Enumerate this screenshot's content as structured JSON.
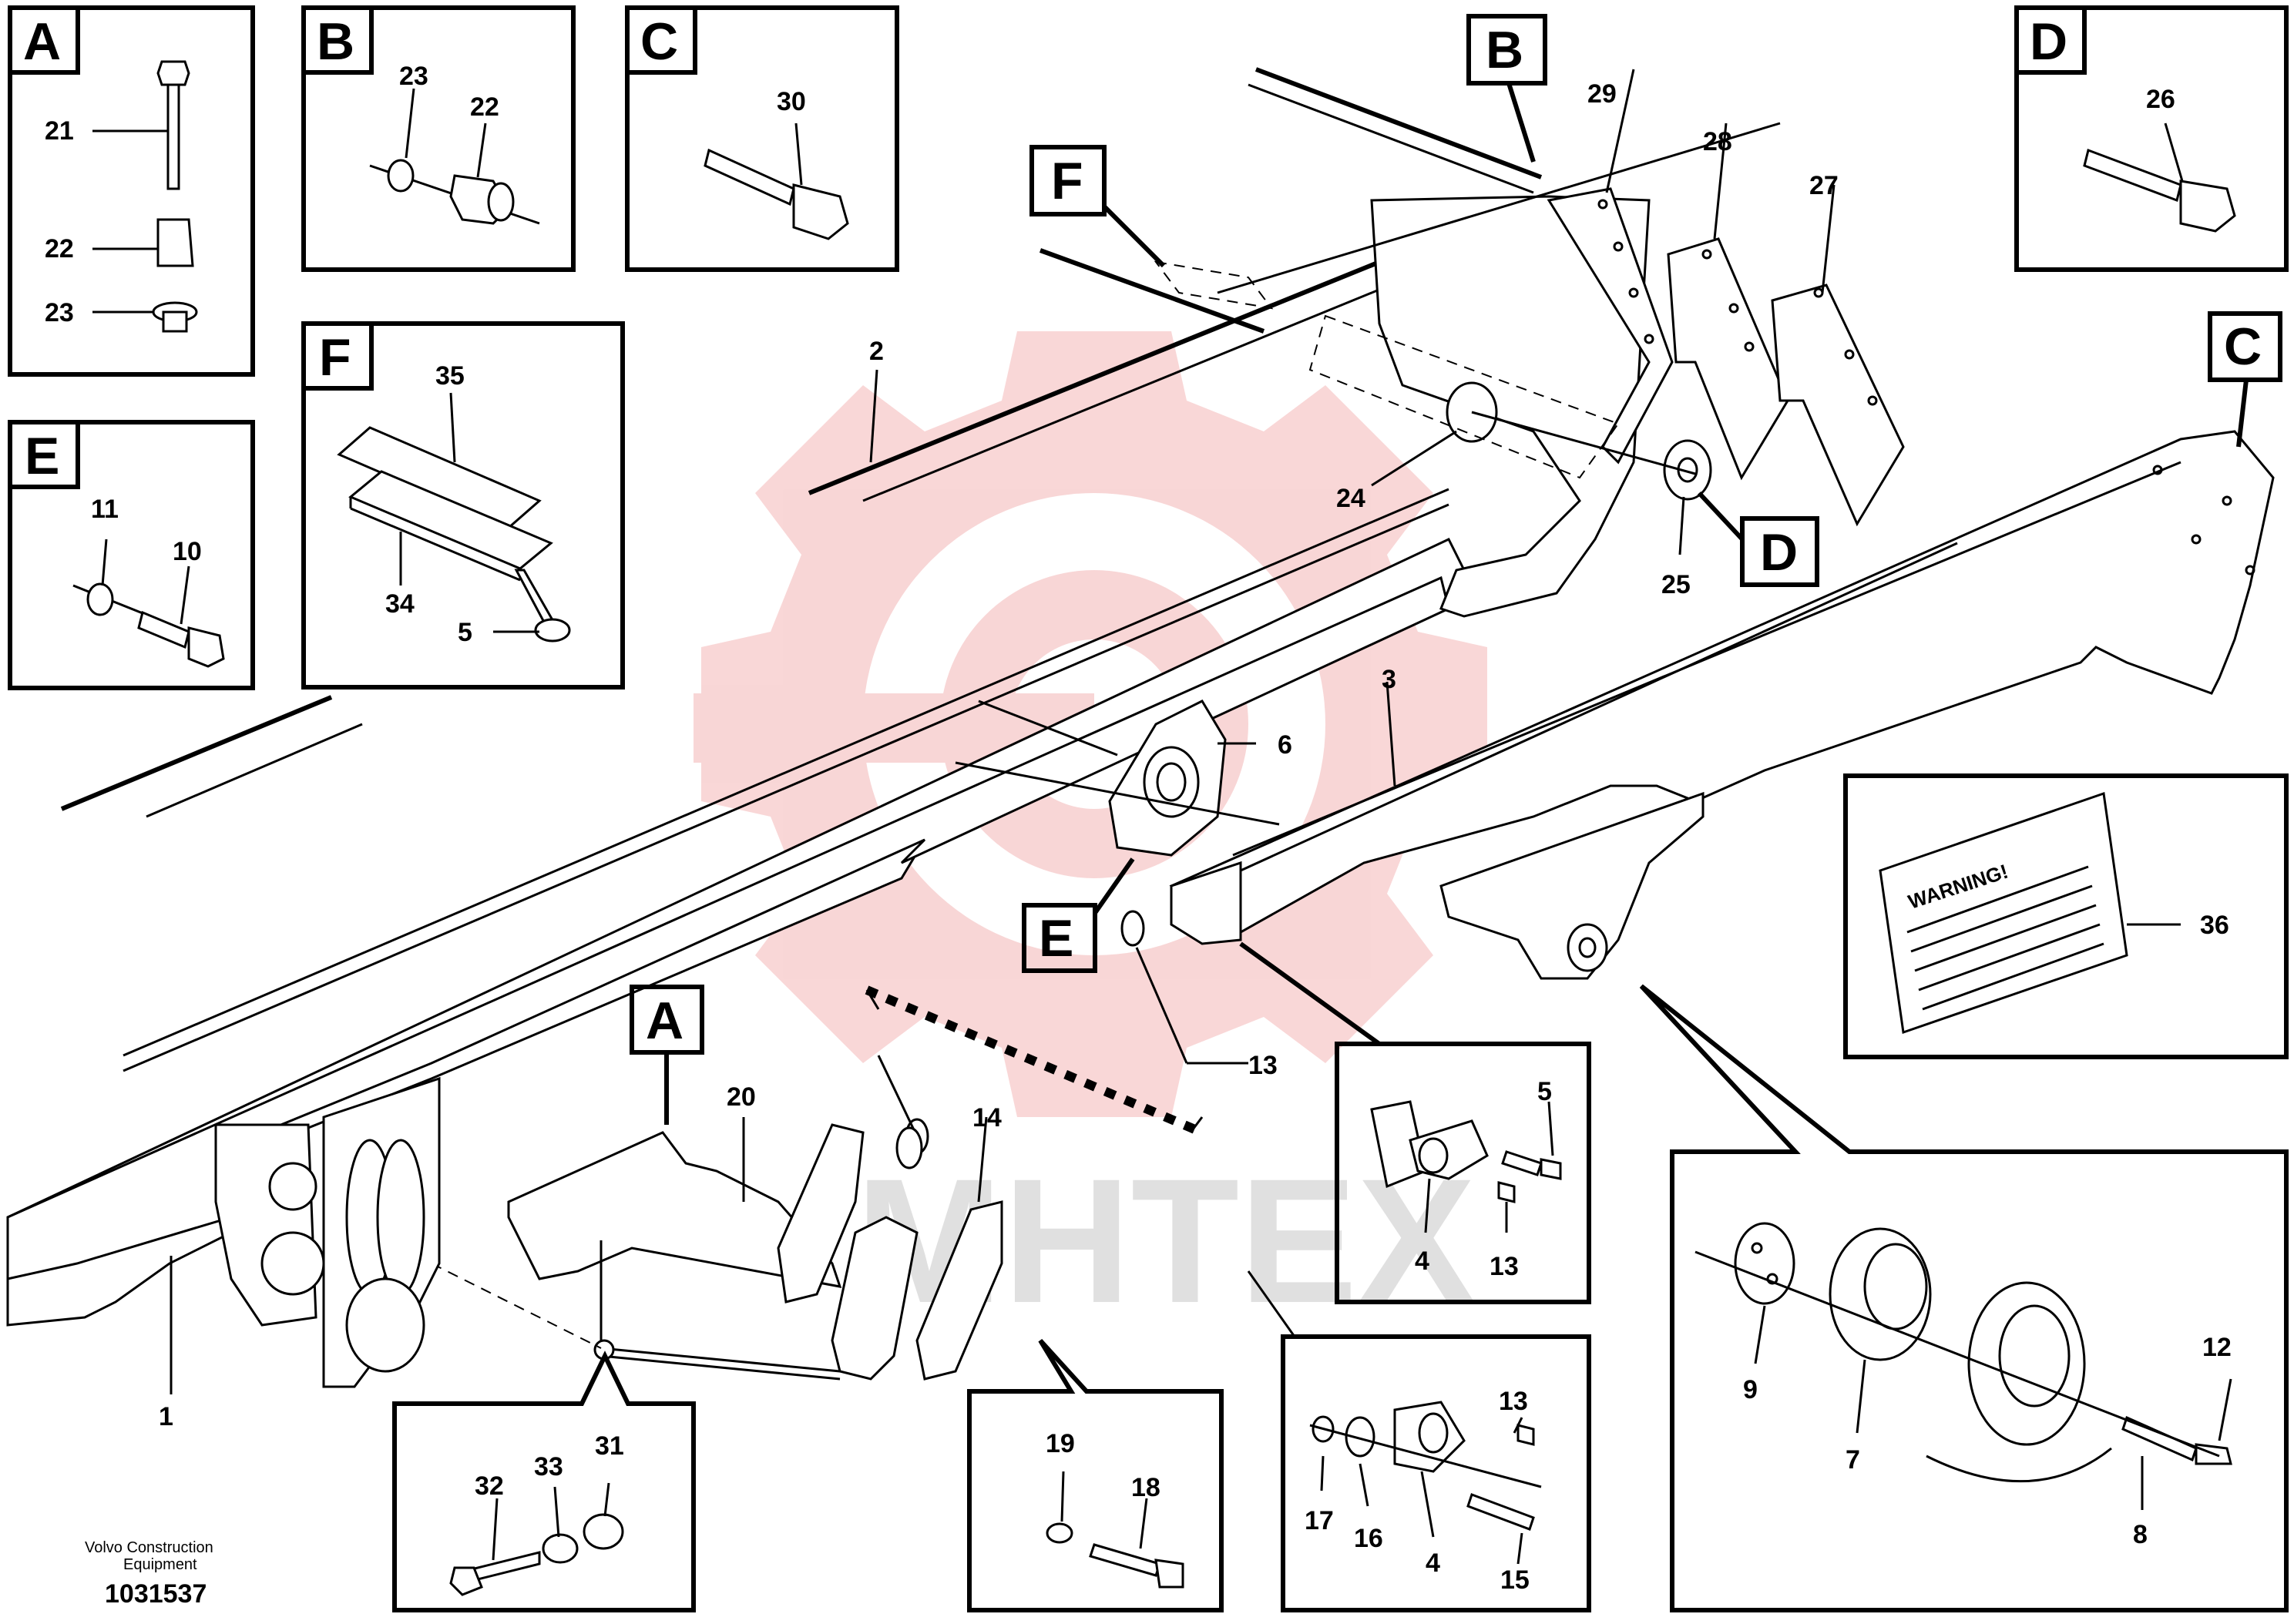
{
  "diagram": {
    "detail_letters": [
      "A",
      "B",
      "C",
      "D",
      "E",
      "F"
    ],
    "callout_letters": [
      "B",
      "C",
      "D",
      "E",
      "F",
      "A"
    ],
    "part_numbers": {
      "n1": "1",
      "n2": "2",
      "n3": "3",
      "n4a": "4",
      "n4b": "4",
      "n5a": "5",
      "n5b": "5",
      "n6": "6",
      "n7": "7",
      "n8": "8",
      "n9": "9",
      "n10": "10",
      "n11": "11",
      "n12": "12",
      "n13a": "13",
      "n13b": "13",
      "n13c": "13",
      "n14": "14",
      "n15": "15",
      "n16": "16",
      "n17": "17",
      "n18": "18",
      "n19": "19",
      "n20": "20",
      "n21": "21",
      "n22a": "22",
      "n22b": "22",
      "n23a": "23",
      "n23b": "23",
      "n24": "24",
      "n25": "25",
      "n26": "26",
      "n27": "27",
      "n28": "28",
      "n29": "29",
      "n30": "30",
      "n31": "31",
      "n32": "32",
      "n33": "33",
      "n34": "34",
      "n35": "35",
      "n36": "36"
    },
    "warning_label": "WARNING!",
    "watermark": "MHTEX",
    "footer": {
      "line1": "Volvo Construction",
      "line2": "Equipment",
      "doc_number": "1031537"
    },
    "colors": {
      "line": "#000000",
      "watermark": "#f4b6b6",
      "background": "#ffffff"
    }
  }
}
